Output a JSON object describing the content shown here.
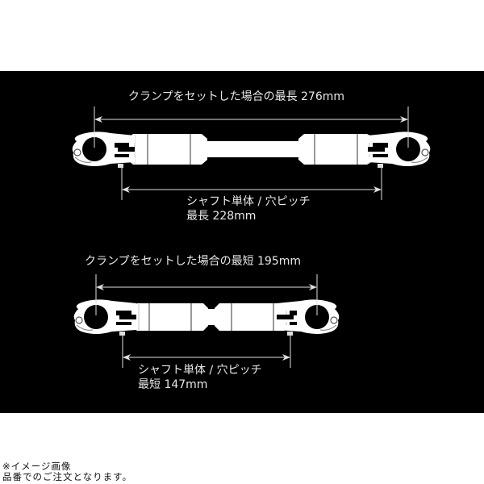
{
  "colors": {
    "background": "#000000",
    "page": "#ffffff",
    "part": "#ffffff",
    "text": "#e8e8e8",
    "dimension_line": "#e0e0e0"
  },
  "long_config": {
    "clamp_label": "クランプをセットした場合の最長 276mm",
    "shaft_label_line1": "シャフト単体 / 穴ピッチ",
    "shaft_label_line2": "最長 228mm"
  },
  "short_config": {
    "clamp_label": "クランプをセットした場合の最短 195mm",
    "shaft_label_line1": "シャフト単体 / 穴ピッチ",
    "shaft_label_line2": "最短 147mm"
  },
  "notes": {
    "line1": "※イメージ画像",
    "line2": "品番でのご注文となります。"
  }
}
